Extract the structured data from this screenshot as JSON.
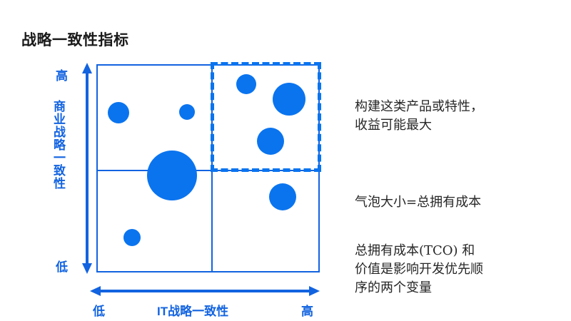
{
  "title": "战略一致性指标",
  "axes": {
    "y_label": "商业战略一致性",
    "y_high": "高",
    "y_low": "低",
    "x_label": "IT战略一致性",
    "x_low": "低",
    "x_high": "高"
  },
  "notes": {
    "benefit": {
      "line1": "构建这类产品或特性，",
      "line2": "收益可能最大"
    },
    "legend": {
      "line1": "气泡大小=总拥有成本"
    },
    "explanation": {
      "line1": "总拥有成本(TCO)  和",
      "line2": "价值是影响开发优先顺",
      "line3": "序的两个变量"
    }
  },
  "colors": {
    "bubble": "#0a74ef",
    "frame": "#1263e0",
    "highlight": "#0a74ef",
    "title_text": "#1a1a1a",
    "note_text": "#262626"
  },
  "chart_data": {
    "type": "scatter",
    "title": "战略一致性指标",
    "xlabel": "IT战略一致性",
    "ylabel": "商业战略一致性",
    "xlim": [
      0,
      100
    ],
    "ylim": [
      0,
      100
    ],
    "xticklabels": [
      "低",
      "高"
    ],
    "yticklabels": [
      "低",
      "高"
    ],
    "grid": false,
    "legend": "气泡大小=总拥有成本",
    "size_encoding": "总拥有成本",
    "quadrant_split": {
      "x": 50,
      "y": 50
    },
    "highlight_quadrant": "top-right",
    "points": [
      {
        "id": "b1",
        "x": 10,
        "y": 77,
        "size": 15,
        "quadrant": "top-left"
      },
      {
        "id": "b2",
        "x": 40.5,
        "y": 77,
        "size": 11,
        "quadrant": "top-left"
      },
      {
        "id": "b3",
        "x": 34,
        "y": 47,
        "size": 35,
        "quadrant": "center"
      },
      {
        "id": "b4",
        "x": 16,
        "y": 17,
        "size": 12,
        "quadrant": "bottom-left"
      },
      {
        "id": "b5",
        "x": 67,
        "y": 90,
        "size": 14,
        "quadrant": "top-right"
      },
      {
        "id": "b6",
        "x": 86,
        "y": 83,
        "size": 23,
        "quadrant": "top-right"
      },
      {
        "id": "b7",
        "x": 78,
        "y": 63,
        "size": 19,
        "quadrant": "top-right"
      },
      {
        "id": "b8",
        "x": 83,
        "y": 36,
        "size": 19,
        "quadrant": "bottom-right"
      }
    ]
  }
}
